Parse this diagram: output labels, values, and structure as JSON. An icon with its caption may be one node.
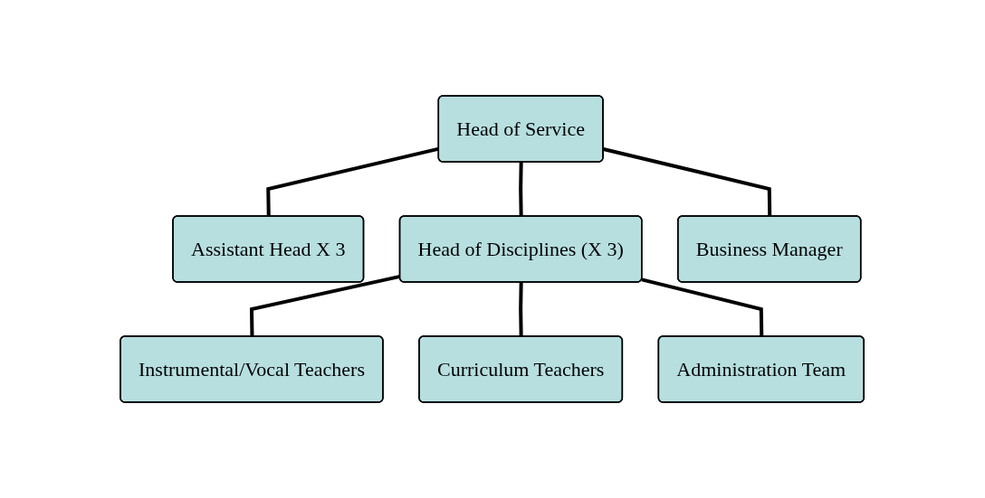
{
  "diagram": {
    "nodes": [
      {
        "text": [
          "Head of Service"
        ]
      },
      {
        "text": [
          "Assistant Head X 3"
        ]
      },
      {
        "text": [
          "Head of Disciplines (X 3)"
        ]
      },
      {
        "text": [
          "Business Manager"
        ]
      },
      {
        "text": [
          "Instrumental/Vocal Teachers"
        ]
      },
      {
        "text": [
          "Curriculum Teachers"
        ]
      },
      {
        "text": [
          "Administration Team"
        ]
      }
    ],
    "edges": [
      {
        "from": 0,
        "to": 1,
        "arrow": "none"
      },
      {
        "from": 0,
        "to": 2,
        "arrow": "none"
      },
      {
        "from": 0,
        "to": 3,
        "arrow": "none"
      },
      {
        "from": 2,
        "to": 4,
        "arrow": "none"
      },
      {
        "from": 2,
        "to": 5,
        "arrow": "none"
      },
      {
        "from": 2,
        "to": 6,
        "arrow": "none"
      }
    ]
  }
}
